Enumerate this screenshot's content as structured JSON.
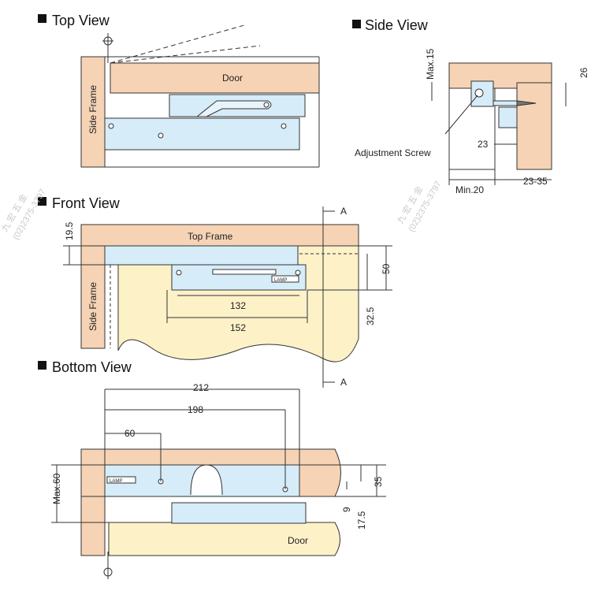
{
  "views": {
    "top": {
      "title": "Top View",
      "door": "Door",
      "side_frame": "Side Frame"
    },
    "side": {
      "title": "Side View",
      "max15": "Max.15",
      "d26": "26",
      "d23": "23",
      "adjustment_screw": "Adjustment Screw",
      "min20": "Min.20",
      "d23_35": "23-35"
    },
    "front": {
      "title": "Front View",
      "top_frame": "Top Frame",
      "side_frame": "Side Frame",
      "d19_5": "19.5",
      "d132": "132",
      "d152": "152",
      "d50": "50",
      "d32_5": "32.5",
      "section_a_top": "A",
      "section_a_bottom": "A",
      "brand": "LAMP"
    },
    "bottom": {
      "title": "Bottom View",
      "door": "Door",
      "d212": "212",
      "d198": "198",
      "d60": "60",
      "max60": "Max.60",
      "d35": "35",
      "d9": "9",
      "d17_5": "17.5",
      "brand": "LAMP"
    }
  },
  "watermark": {
    "line1": "九 宏 五 金",
    "line2": "(02)2375-3797"
  },
  "colors": {
    "wood": "#f6d3b4",
    "door_light": "#fdf1c8",
    "metal": "#d6ecf8",
    "line": "#333333"
  }
}
